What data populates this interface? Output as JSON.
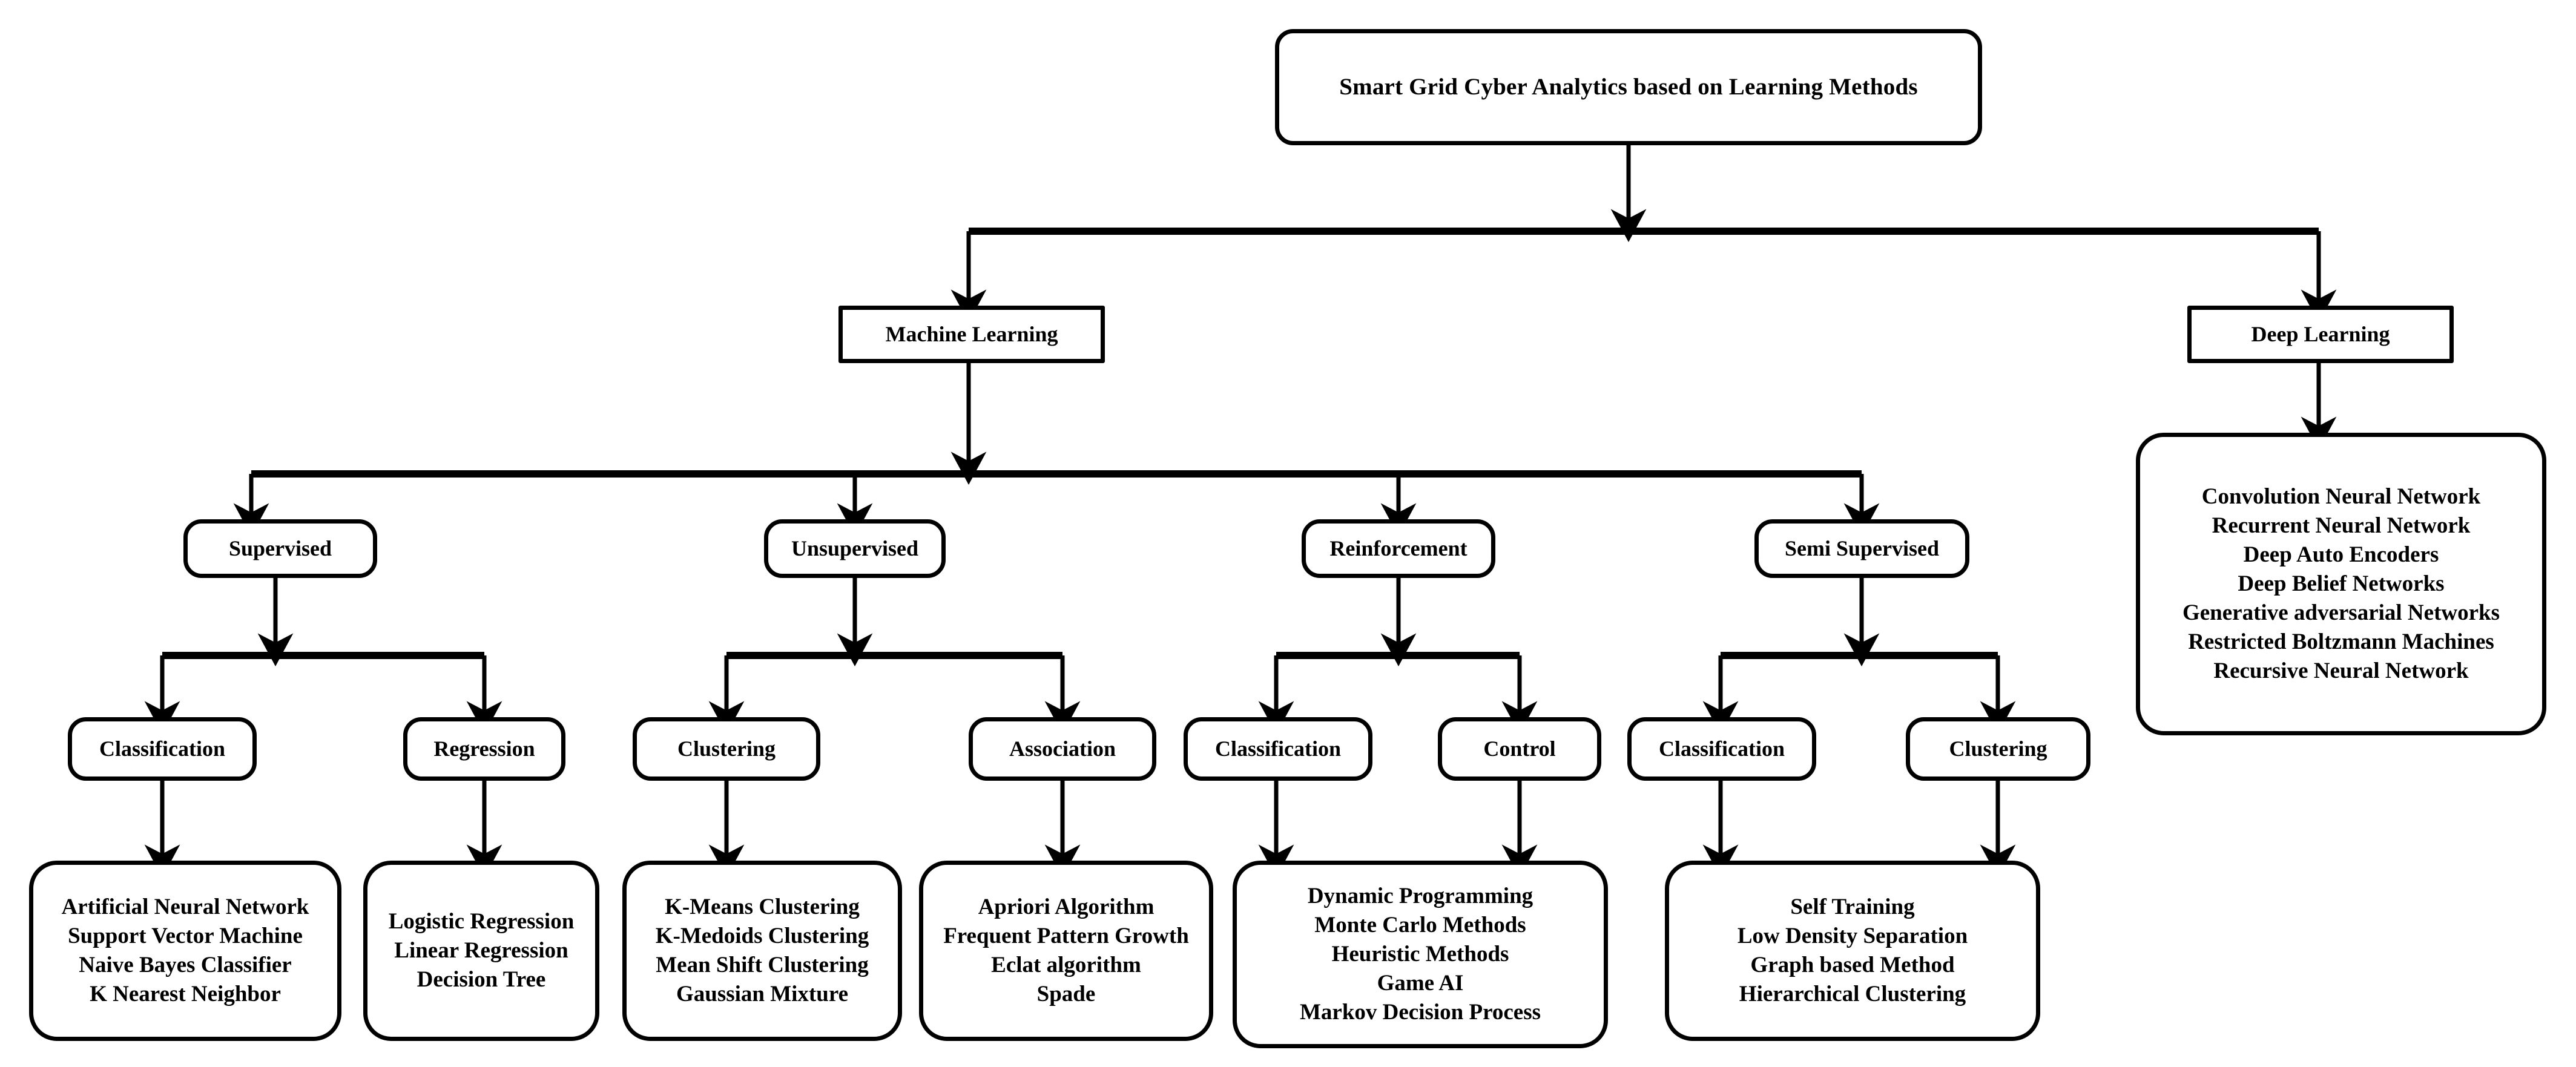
{
  "diagram": {
    "title": "Smart Grid Cyber Analytics based on Learning Methods",
    "type": "hierarchy-tree",
    "orientation": "top-down",
    "style": {
      "node_fill": "#ffffff",
      "node_border": "#000000",
      "connector_color": "#000000",
      "background": "#ffffff"
    }
  },
  "root": {
    "label": "Smart Grid Cyber Analytics based on Learning Methods"
  },
  "level2": [
    {
      "id": "machine-learning",
      "label": "Machine Learning"
    },
    {
      "id": "deep-learning",
      "label": "Deep Learning"
    }
  ],
  "level3": [
    {
      "id": "supervised",
      "label": "Supervised"
    },
    {
      "id": "unsupervised",
      "label": "Unsupervised"
    },
    {
      "id": "reinforcement",
      "label": "Reinforcement"
    },
    {
      "id": "semi-supervised",
      "label": "Semi Supervised"
    }
  ],
  "level4": [
    {
      "id": "supervised-classification",
      "label": "Classification"
    },
    {
      "id": "supervised-regression",
      "label": "Regression"
    },
    {
      "id": "unsupervised-clustering",
      "label": "Clustering"
    },
    {
      "id": "unsupervised-association",
      "label": "Association"
    },
    {
      "id": "reinforcement-classification",
      "label": "Classification"
    },
    {
      "id": "reinforcement-control",
      "label": "Control"
    },
    {
      "id": "semi-classification",
      "label": "Classification"
    },
    {
      "id": "semi-clustering",
      "label": "Clustering"
    }
  ],
  "leaves": [
    {
      "id": "supervised-classification-methods",
      "items": [
        "Artificial Neural Network",
        "Support Vector Machine",
        "Naive Bayes Classifier",
        "K Nearest Neighbor"
      ]
    },
    {
      "id": "supervised-regression-methods",
      "items": [
        "Logistic Regression",
        "Linear Regression",
        "Decision Tree"
      ]
    },
    {
      "id": "unsupervised-clustering-methods",
      "items": [
        "K-Means Clustering",
        "K-Medoids Clustering",
        "Mean Shift Clustering",
        "Gaussian Mixture"
      ]
    },
    {
      "id": "unsupervised-association-methods",
      "items": [
        "Apriori Algorithm",
        "Frequent Pattern Growth",
        "Eclat algorithm",
        "Spade"
      ]
    },
    {
      "id": "reinforcement-methods",
      "items": [
        "Dynamic Programming",
        "Monte Carlo Methods",
        "Heuristic Methods",
        "Game AI",
        "Markov Decision Process"
      ]
    },
    {
      "id": "semi-supervised-methods",
      "items": [
        "Self Training",
        "Low Density Separation",
        "Graph based Method",
        "Hierarchical Clustering"
      ]
    },
    {
      "id": "deep-learning-methods",
      "items": [
        "Convolution Neural Network",
        "Recurrent Neural Network",
        "Deep Auto Encoders",
        "Deep Belief Networks",
        "Generative adversarial Networks",
        "Restricted Boltzmann Machines",
        "Recursive Neural Network"
      ]
    }
  ]
}
